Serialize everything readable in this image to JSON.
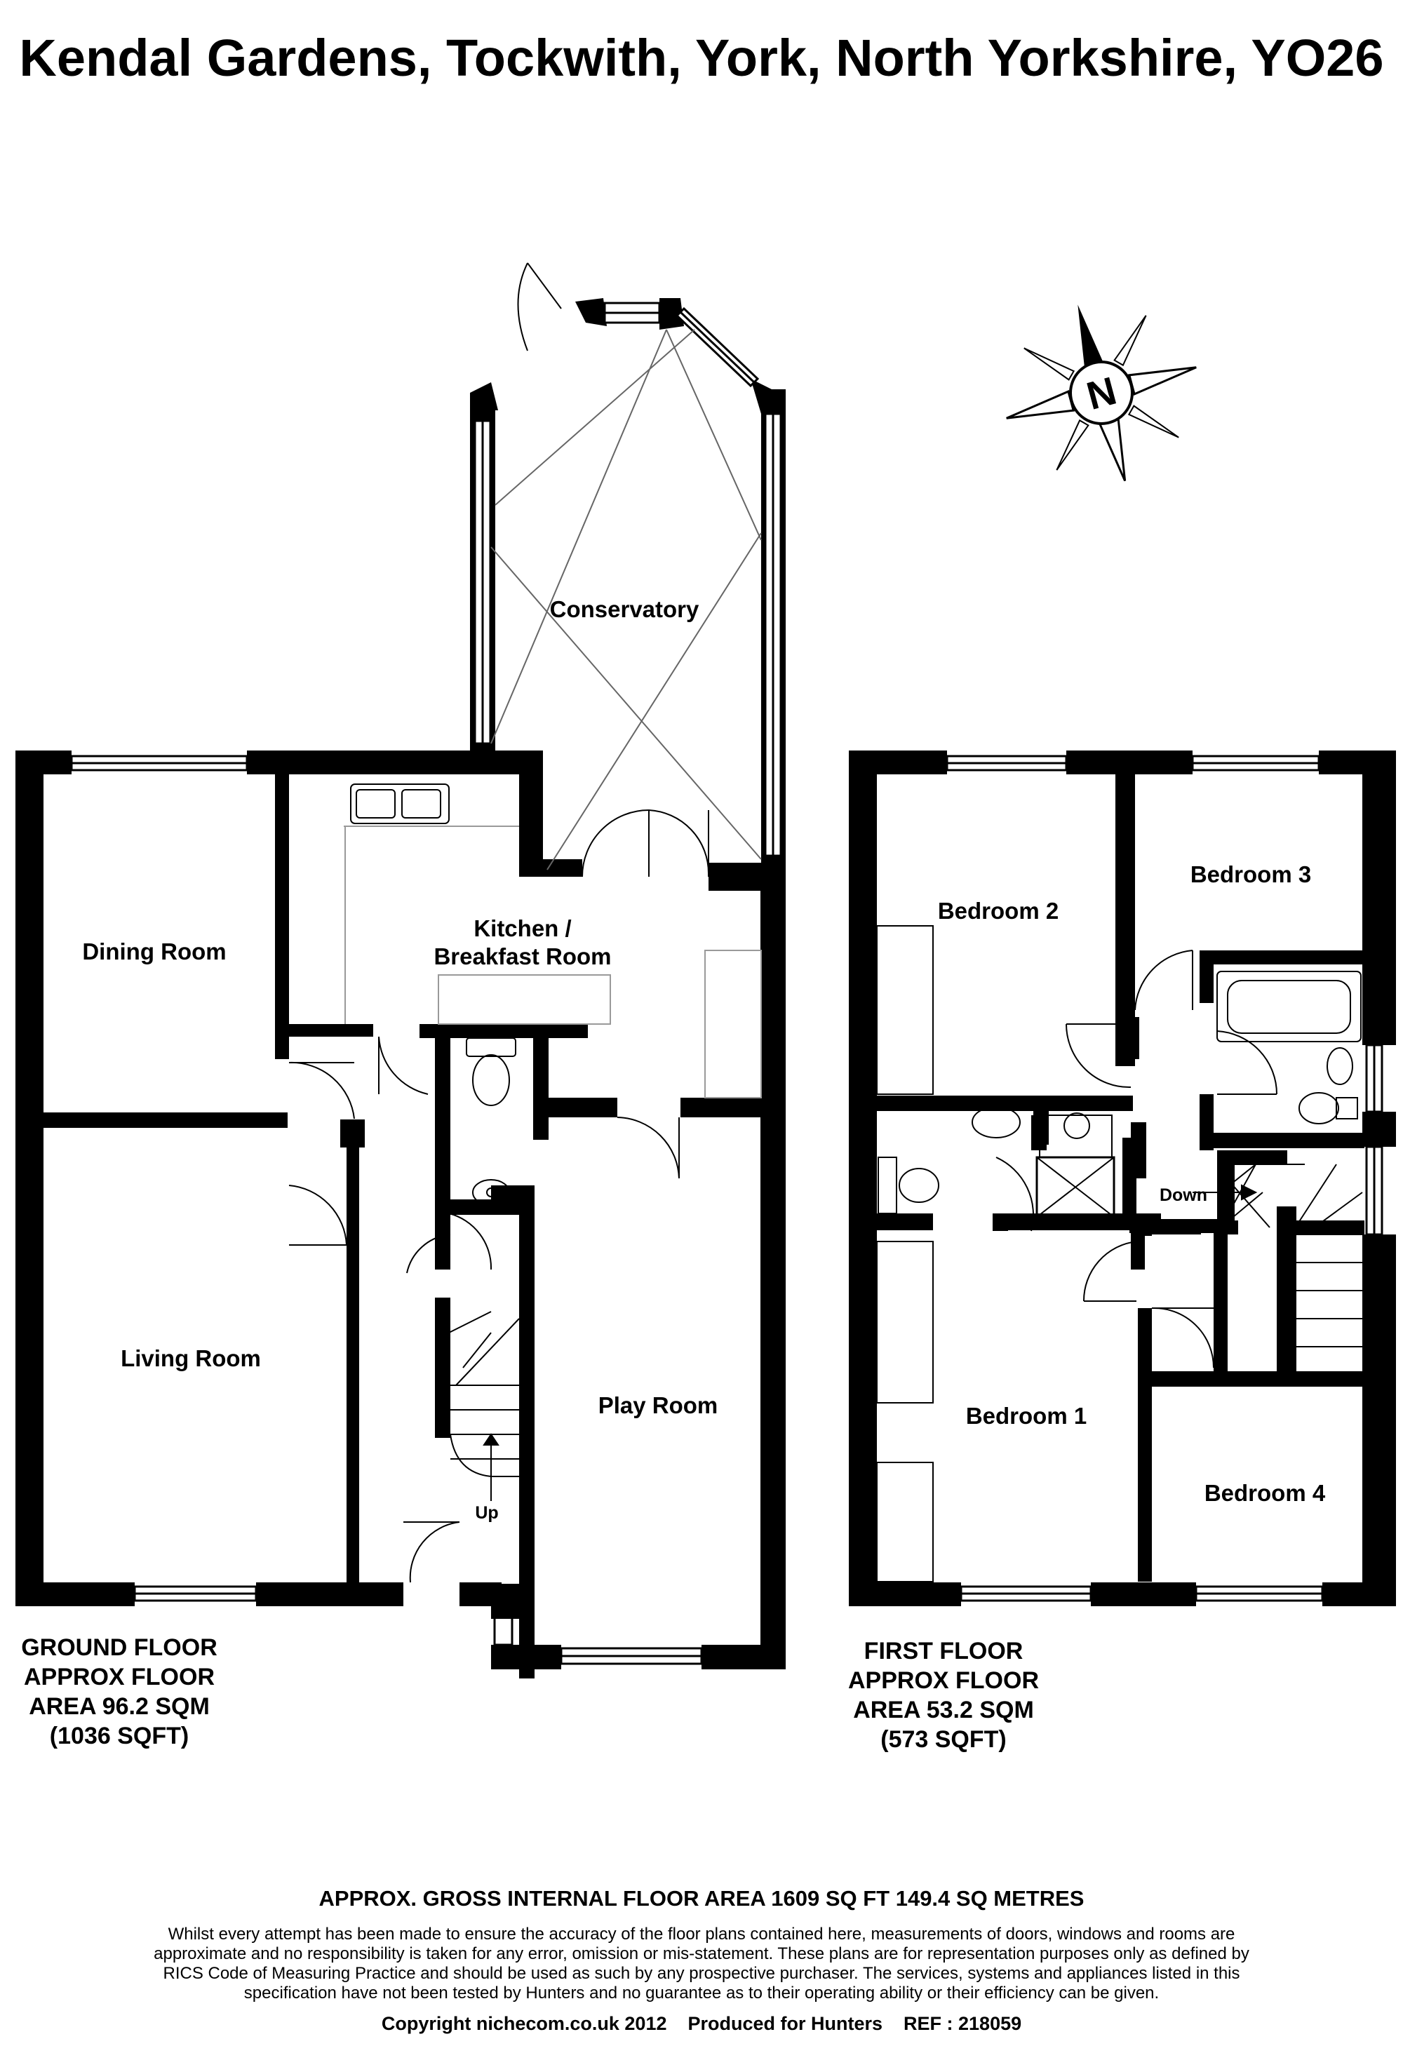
{
  "title": "Kendal Gardens, Tockwith, York, North Yorkshire, YO26",
  "compass": {
    "label": "N"
  },
  "rooms": {
    "conservatory": "Conservatory",
    "kitchen_line1": "Kitchen /",
    "kitchen_line2": "Breakfast Room",
    "dining": "Dining Room",
    "living": "Living Room",
    "play": "Play Room",
    "up": "Up",
    "bedroom1": "Bedroom 1",
    "bedroom2": "Bedroom 2",
    "bedroom3": "Bedroom 3",
    "bedroom4": "Bedroom 4",
    "down": "Down"
  },
  "ground_floor": {
    "line1": "GROUND FLOOR",
    "line2": "APPROX FLOOR",
    "line3": "AREA 96.2 SQM",
    "line4": "(1036 SQFT)"
  },
  "first_floor": {
    "line1": "FIRST FLOOR",
    "line2": "APPROX FLOOR",
    "line3": "AREA 53.2 SQM",
    "line4": "(573 SQFT)"
  },
  "gross_area": "APPROX. GROSS INTERNAL FLOOR AREA 1609 SQ FT 149.4 SQ METRES",
  "disclaimer": "Whilst every attempt has been made to ensure the accuracy of the floor plans contained here, measurements of doors, windows and rooms are approximate and no responsibility is taken for any error, omission or mis-statement.  These plans are for representation purposes only as defined by RICS Code of Measuring Practice and should be used as such by any prospective purchaser.  The services, systems and appliances listed in this specification have not been tested by Hunters and no guarantee as to their operating ability or their efficiency can be given.",
  "copyright": "Copyright nichecom.co.uk 2012    Produced for Hunters    REF : 218059"
}
